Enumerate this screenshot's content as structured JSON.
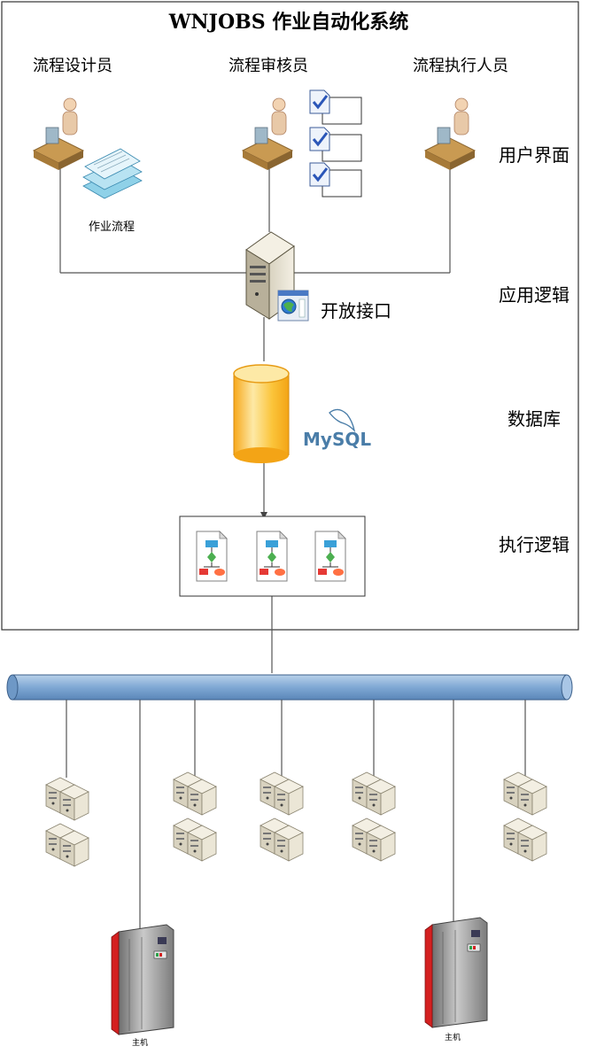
{
  "title": "WNJOBS 作业自动化系统",
  "roles": {
    "designer": "流程设计员",
    "reviewer": "流程审核员",
    "executor": "流程执行人员"
  },
  "labels": {
    "workflow": "作业流程",
    "open_api": "开放接口",
    "mysql_logo": "MySQL"
  },
  "layers": {
    "ui": "用户界面",
    "app": "应用逻辑",
    "db": "数据库",
    "exec": "执行逻辑"
  },
  "hosts": {
    "left": "主机",
    "right": "主机"
  },
  "colors": {
    "bus": "#7fa8d4",
    "db_cylinder": "#fbc43a",
    "mainframe_red": "#d42020",
    "line": "#555555"
  }
}
